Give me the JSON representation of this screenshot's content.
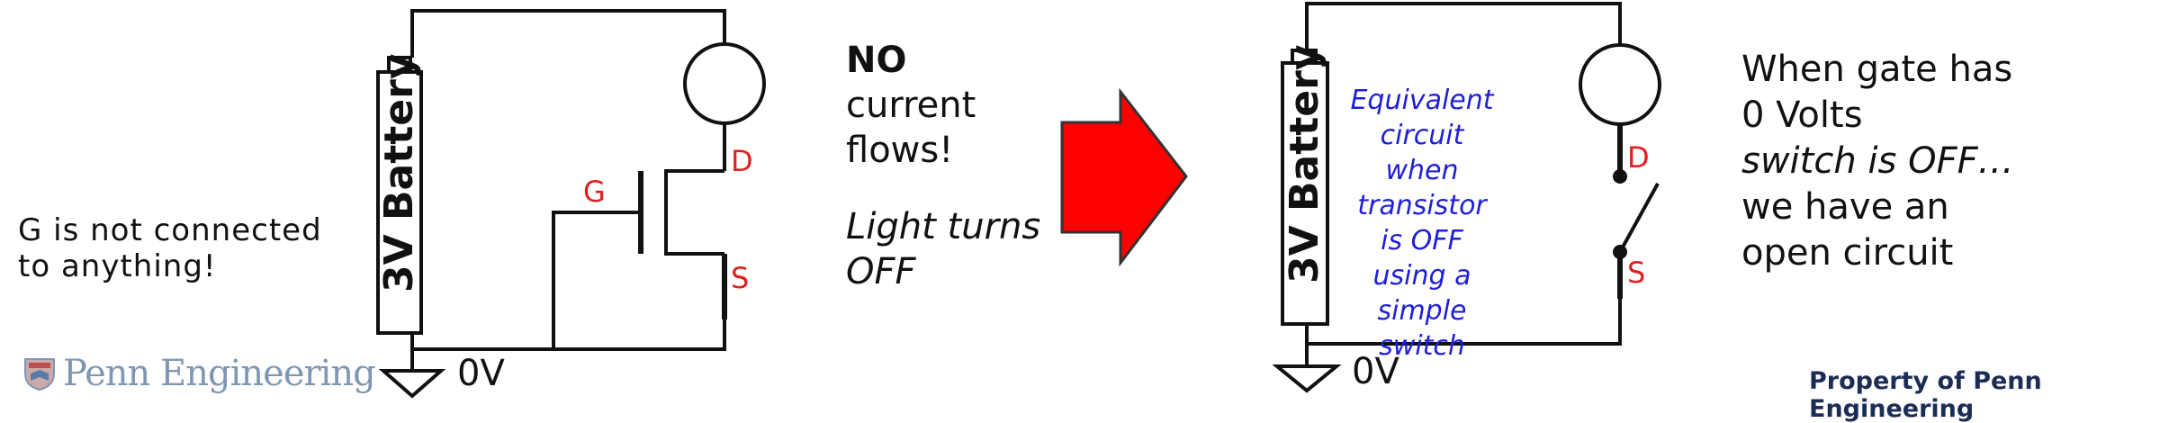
{
  "left_note": {
    "line1": "G is not connected",
    "line2": "to anything!"
  },
  "circuit_left": {
    "battery_label": "3V Battery",
    "gate_label": "G",
    "drain_label": "D",
    "source_label": "S",
    "ground_label": "0V"
  },
  "message_off": {
    "line1": "NO",
    "line2": "current",
    "line3": "flows!",
    "line4": "Light turns",
    "line5": "OFF"
  },
  "circuit_right": {
    "battery_label": "3V Battery",
    "drain_label": "D",
    "source_label": "S",
    "ground_label": "0V",
    "equivalent_note": [
      "Equivalent",
      "circuit",
      "when transistor",
      "is OFF",
      "using a simple",
      "switch"
    ]
  },
  "message_switch": {
    "line1": "When gate has",
    "line2": "0 Volts",
    "line3": "switch is OFF…",
    "line4": "we have an",
    "line5": "open circuit"
  },
  "footer": {
    "logo_text": "Penn Engineering",
    "property_text": "Property of Penn Engineering"
  },
  "colors": {
    "arrow": "#ff0000",
    "pin_labels": "#e02020",
    "equivalent_note": "#1f1fd8",
    "property": "#1c2d55",
    "logo": "#7f97b2"
  }
}
